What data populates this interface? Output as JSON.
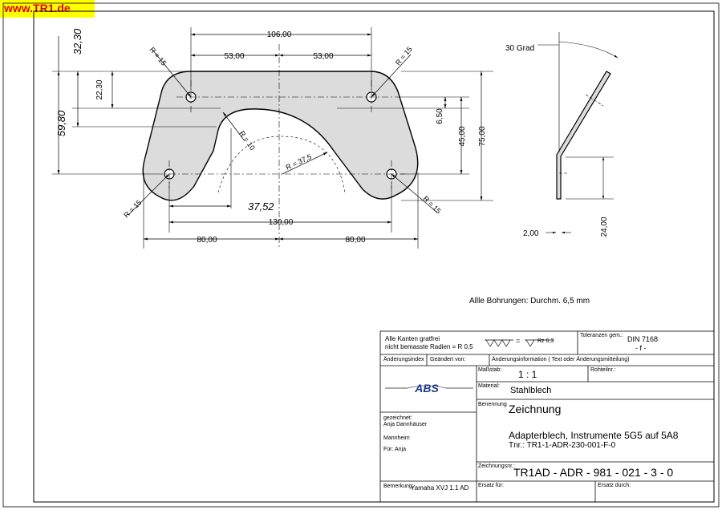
{
  "site_banner": "www.TR1.de",
  "drawing": {
    "dims": {
      "width_top": "106,00",
      "half_left": "53,00",
      "half_right": "53,00",
      "height_total": "75,00",
      "hole_spacing_v": "45,00",
      "notch_offset": "6,50",
      "left_h1": "32,30",
      "left_h2": "22,30",
      "left_h3": "59,80",
      "bottom_total": "130,00",
      "bottom_left": "80,00",
      "bottom_right": "80,00",
      "notch_x": "37,52",
      "r_tl": "R = 15",
      "r_tr": "R = 15",
      "r_bl": "R = 15",
      "r_br": "R = 15",
      "r_notch": "R = 10",
      "r_arc": "R = 37,5"
    },
    "side_view": {
      "angle": "30 Grad",
      "thickness": "2,00",
      "height": "24,00"
    },
    "holes_note": "Allle Bohrungen: Durchm. 6,5 mm"
  },
  "title_block": {
    "edges_note_1": "Alle Kanten  gratfrei",
    "edges_note_2": "nicht bemasste Radien = R 0,5",
    "surface_eq": "=",
    "surface_val": "Rz 6,3",
    "tolerance_label": "Toleranzen gem.:",
    "tolerance_std": "DIN 7168",
    "tolerance_grade": "- f -",
    "change_index_label": "Änderungsindex",
    "changed_by_label": "Geändert von:",
    "change_info_label": "Änderungsinformation ( Text oder Änderungsmitteilung)",
    "scale_label": "Maßstab:",
    "scale_value": "1 : 1",
    "raw_part_label": "Rohteilnr.:",
    "material_label": "Material:",
    "material_value": "Stahlblech",
    "designation_label": "Benennung",
    "designation_title": "Zeichnung",
    "designation_line1": "Adapterblech, Instrumente 5G5 auf 5A8",
    "designation_line2": "Tnr.: TR1-1-ADR-230-001-F-0",
    "drawn_label": "gezeichnet:",
    "drawn_name": "Anja Dannhäuser",
    "city": "Mannheim",
    "for_label": "Für: Anja",
    "drawing_no_label": "Zeichnungsnr.:",
    "drawing_no": "TR1AD  - ADR - 981 - 021 - 3 - 0",
    "remark_label": "Bemerkung:",
    "remark_value": "Yamaha XVJ 1.1 AD",
    "replacement_for_label": "Ersatz für:",
    "replaced_by_label": "Ersatz durch:",
    "logo_text": "ABS"
  },
  "colors": {
    "part_fill": "#dcdcdc",
    "banner_bg": "#ffff00",
    "banner_text": "#e00000"
  }
}
